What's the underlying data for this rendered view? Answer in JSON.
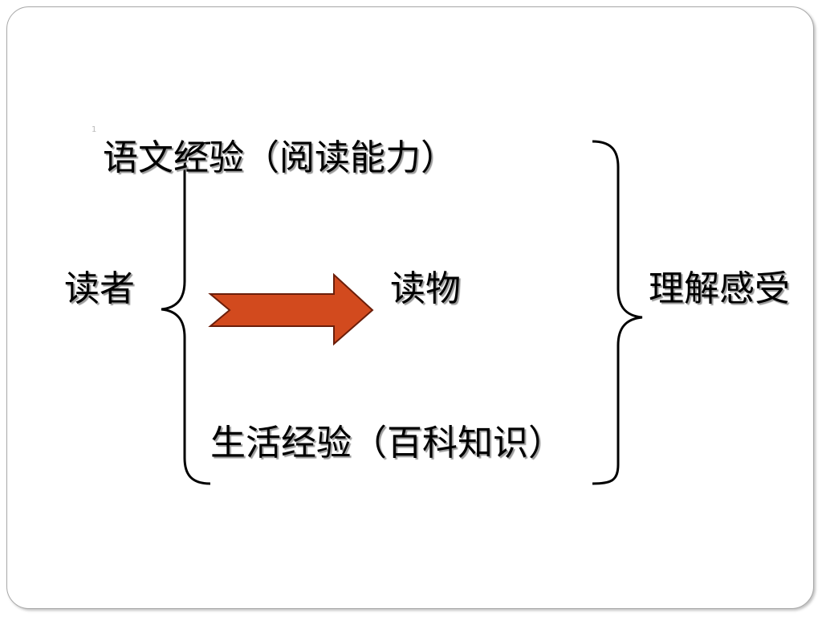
{
  "slide": {
    "marker": "1",
    "labels": {
      "language_experience": "语文经验（阅读能力）",
      "reader": "读者",
      "reading_material": "读物",
      "understanding": "理解感受",
      "life_experience": "生活经验（百科知识）"
    }
  },
  "colors": {
    "arrow_fill": "#D24A1E",
    "arrow_stroke": "#6B1E0A",
    "brace_stroke": "#000000",
    "text": "#000000",
    "border": "#A8A8A8"
  }
}
